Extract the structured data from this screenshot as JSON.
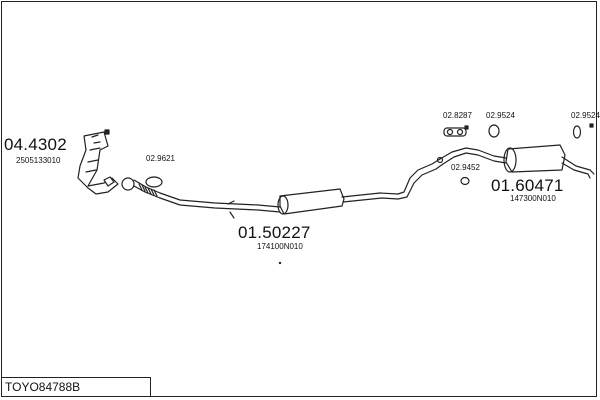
{
  "diagram": {
    "title": "TOYO84788B",
    "parts": [
      {
        "id": "front-pipe-catalyst",
        "number": "04.4302",
        "ref": "2505133010"
      },
      {
        "id": "gasket-front",
        "number": "02.9621"
      },
      {
        "id": "center-silencer",
        "number": "01.50227",
        "ref": "174100N010"
      },
      {
        "id": "rubber-mount-1",
        "number": "02.8287"
      },
      {
        "id": "rubber-mount-2",
        "number": "02.9524"
      },
      {
        "id": "rubber-mount-3",
        "number": "02.9524"
      },
      {
        "id": "ring-clamp",
        "number": "02.9452"
      },
      {
        "id": "rear-silencer",
        "number": "01.60471",
        "ref": "147300N010"
      }
    ]
  }
}
